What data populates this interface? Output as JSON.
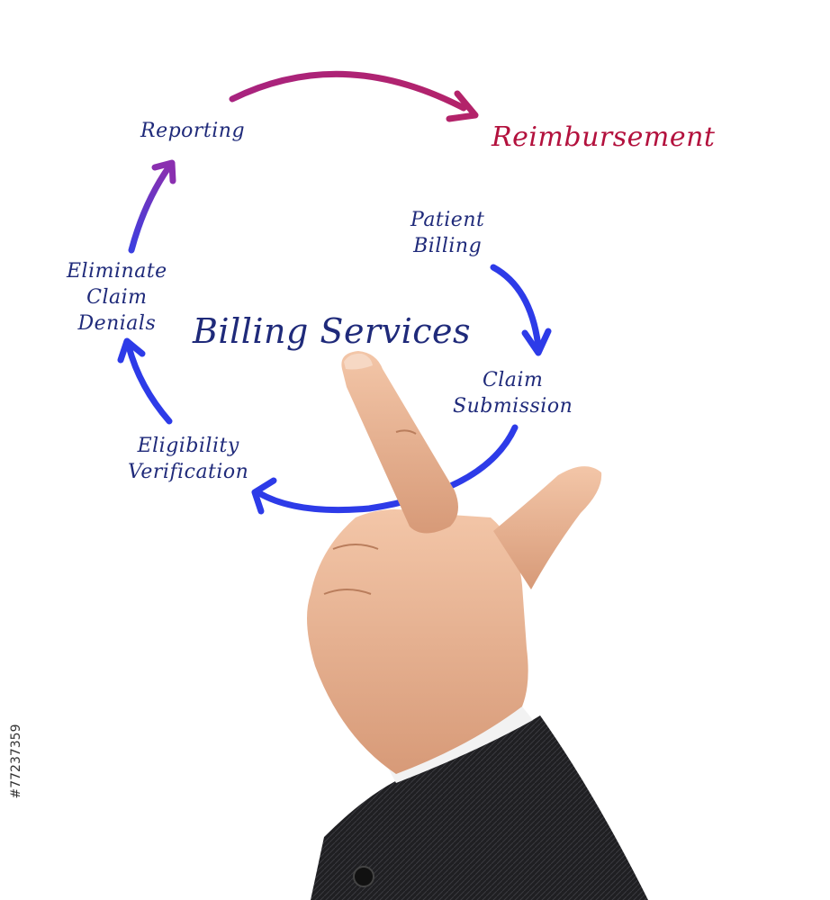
{
  "diagram": {
    "title": "Billing Services",
    "outcome": "Reimbursement",
    "cycle_steps": [
      {
        "lines": [
          "Patient",
          "Billing"
        ]
      },
      {
        "lines": [
          "Claim",
          "Submission"
        ]
      },
      {
        "lines": [
          "Eligibility",
          "Verification"
        ]
      },
      {
        "lines": [
          "Eliminate",
          "Claim",
          "Denials"
        ]
      },
      {
        "lines": [
          "Reporting"
        ]
      }
    ]
  },
  "watermark": "#77237359",
  "colors": {
    "text": "#1f2a7a",
    "outcome": "#b3113d",
    "arrow_blue": "#2d3be8",
    "arrow_purple": "#6a2fb3",
    "arrow_magenta": "#b3237a"
  }
}
